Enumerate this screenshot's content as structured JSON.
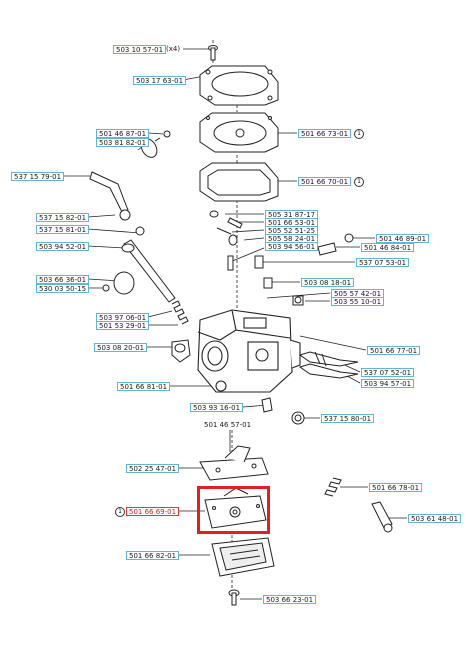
{
  "diagram": {
    "labels": {
      "l01": "503 10 57-01",
      "l01_qty": "(x4)",
      "l02": "503 17 63-01",
      "l03": "501 46 87-01",
      "l04": "503 81 82-01",
      "l05": "501 66 73-01",
      "l06": "537 15 79-01",
      "l07": "501 66 70-01",
      "l08": "537 15 82-01",
      "l09": "537 15 81-01",
      "l10": "503 94 52-01",
      "l11": "505 31 87-17",
      "l12": "501 66 53-01",
      "l13": "505 52 51-25",
      "l14": "505 58 24-01",
      "l15": "503 94 56-01",
      "l16": "501 46 89-01",
      "l17": "501 46 84-01",
      "l18": "503 66 36-01",
      "l19": "530 03 50-15",
      "l20": "537 07 53-01",
      "l21": "503 08 18-01",
      "l22": "503 97 06-01",
      "l23": "501 53 29-01",
      "l24": "505 57 42-01",
      "l25": "503 55 10-01",
      "l26": "503 08 20-01",
      "l27": "501 66 77-01",
      "l28": "537 07 52-01",
      "l29": "503 94 57-01",
      "l30": "501 66 81-01",
      "l31": "503 93 16-01",
      "l32": "537 15 80-01",
      "l33": "501 46 57-01",
      "l34": "502 25 47-01",
      "l35": "501 66 78-01",
      "l36": "501 66 69-01",
      "l37": "503 61 48-01",
      "l38": "501 66 82-01",
      "l39": "503 66 23-01"
    },
    "circled_marker": "1",
    "highlight_color": "#e02020",
    "label_border_color": "#5fb6d6"
  }
}
